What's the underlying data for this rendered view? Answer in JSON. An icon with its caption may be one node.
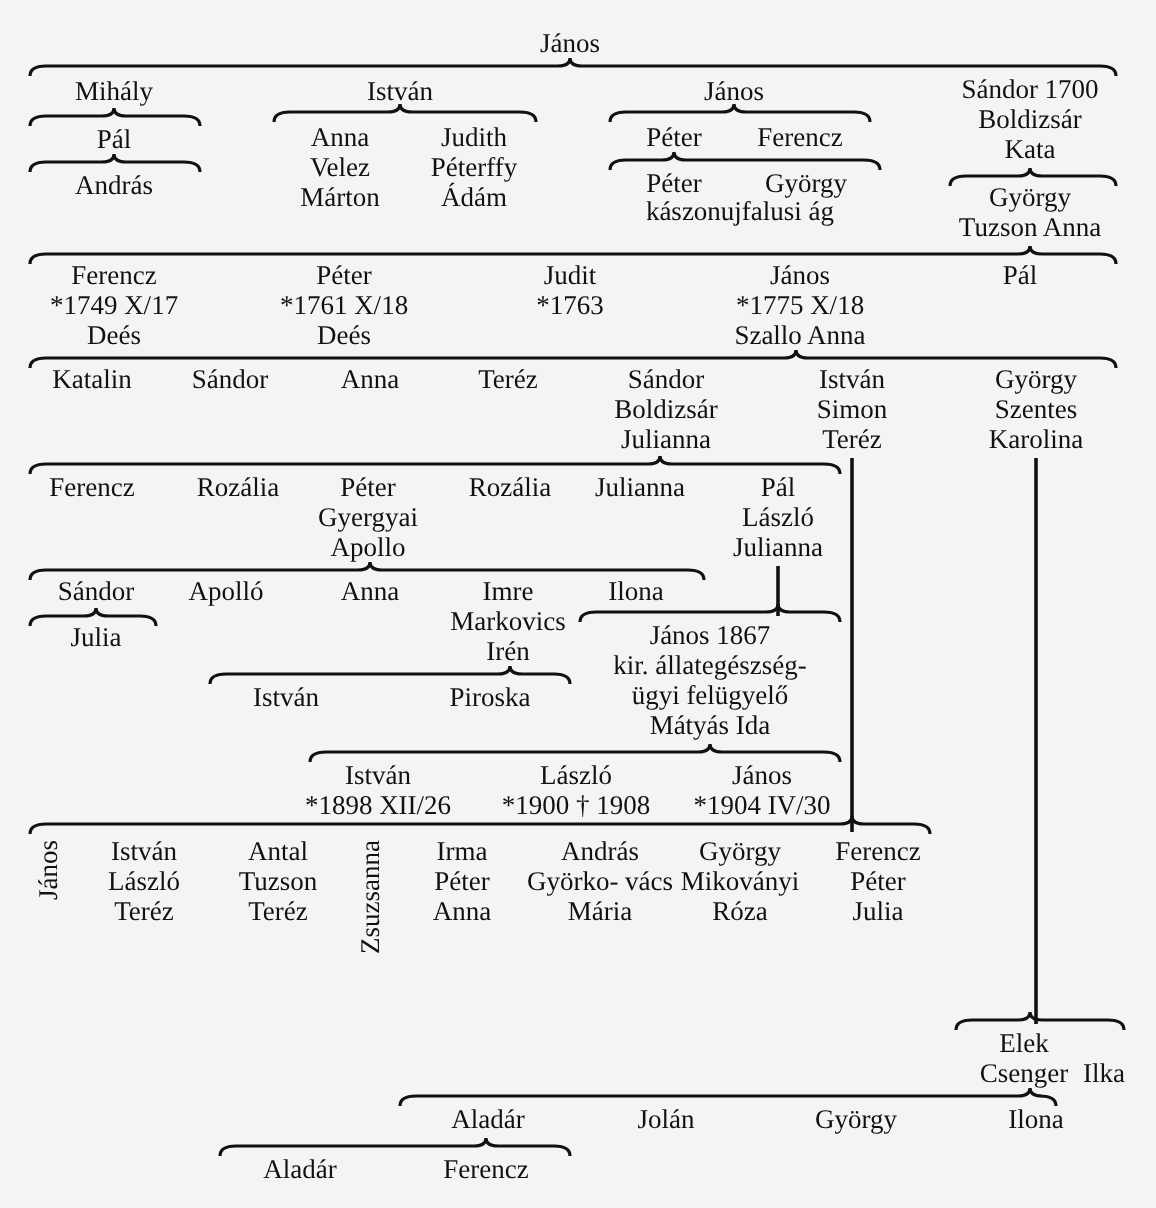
{
  "diagram": {
    "nodes": [
      {
        "text": [
          "János"
        ]
      },
      {
        "text": [
          "Mihály"
        ]
      },
      {
        "text": [
          "István"
        ]
      },
      {
        "text": [
          "János"
        ]
      },
      {
        "text": [
          "Sándor 1700 Boldizsár Kata"
        ]
      },
      {
        "text": [
          "Pál"
        ]
      },
      {
        "text": [
          "Anna Velez Márton"
        ]
      },
      {
        "text": [
          "Judith Péterffy Ádám"
        ]
      },
      {
        "text": [
          "Péter"
        ]
      },
      {
        "text": [
          "Ferencz"
        ]
      },
      {
        "text": [
          "András"
        ]
      },
      {
        "text": [
          "Péter"
        ]
      },
      {
        "text": [
          "György"
        ]
      },
      {
        "text": [
          "György Tuzson Anna"
        ]
      },
      {
        "text": [
          "Ferencz *1749 X/17 Deés"
        ]
      },
      {
        "text": [
          "Péter *1761 X/18 Deés"
        ]
      },
      {
        "text": [
          "Judit *1763"
        ]
      },
      {
        "text": [
          "János *1775 X/18 Szallo Anna"
        ]
      },
      {
        "text": [
          "Pál"
        ]
      },
      {
        "text": [
          "Katalin"
        ]
      },
      {
        "text": [
          "Sándor"
        ]
      },
      {
        "text": [
          "Anna"
        ]
      },
      {
        "text": [
          "Teréz"
        ]
      },
      {
        "text": [
          "Sándor Boldizsár Julianna"
        ]
      },
      {
        "text": [
          "István Simon Teréz"
        ]
      },
      {
        "text": [
          "György Szentes Karolina"
        ]
      },
      {
        "text": [
          "Ferencz"
        ]
      },
      {
        "text": [
          "Rozália"
        ]
      },
      {
        "text": [
          "Péter Gyergyai Apollo"
        ]
      },
      {
        "text": [
          "Rozália"
        ]
      },
      {
        "text": [
          "Julianna"
        ]
      },
      {
        "text": [
          "Pál László Julianna"
        ]
      },
      {
        "text": [
          "Sándor"
        ]
      },
      {
        "text": [
          "Apolló"
        ]
      },
      {
        "text": [
          "Anna"
        ]
      },
      {
        "text": [
          "Imre Markovics Irén"
        ]
      },
      {
        "text": [
          "Ilona"
        ]
      },
      {
        "text": [
          "Julia"
        ]
      },
      {
        "text": [
          "István"
        ]
      },
      {
        "text": [
          "Piroska"
        ]
      },
      {
        "text": [
          "János 1867 kir. állategészség- ügyi felügyelő Mátyás Ida"
        ]
      },
      {
        "text": [
          "István *1898 XII/26"
        ]
      },
      {
        "text": [
          "László *1900 † 1908"
        ]
      },
      {
        "text": [
          "János *1904 IV/30"
        ]
      },
      {
        "text": [
          "János"
        ]
      },
      {
        "text": [
          "István László Teréz"
        ]
      },
      {
        "text": [
          "Antal Tuzson Teréz"
        ]
      },
      {
        "text": [
          "Zsuzsanna"
        ]
      },
      {
        "text": [
          "Irma Péter Anna"
        ]
      },
      {
        "text": [
          "András Györko- vács Mária"
        ]
      },
      {
        "text": [
          "György Mikoványi Róza"
        ]
      },
      {
        "text": [
          "Ferencz Péter Julia"
        ]
      },
      {
        "text": [
          "Elek Csenger"
        ]
      },
      {
        "text": [
          "Ilka"
        ]
      },
      {
        "text": [
          "Aladár"
        ]
      },
      {
        "text": [
          "Jolán"
        ]
      },
      {
        "text": [
          "György"
        ]
      },
      {
        "text": [
          "Ilona"
        ]
      },
      {
        "text": [
          "Aladár"
        ]
      },
      {
        "text": [
          "Ferencz"
        ]
      }
    ],
    "edges": [
      {
        "from": 24,
        "to": 51,
        "arrow": "none"
      },
      {
        "from": 25,
        "to": 52,
        "arrow": "none"
      },
      {
        "from": 31,
        "to": 40,
        "arrow": "none"
      }
    ],
    "labels": [
      "kászonujfalusi ág"
    ]
  }
}
